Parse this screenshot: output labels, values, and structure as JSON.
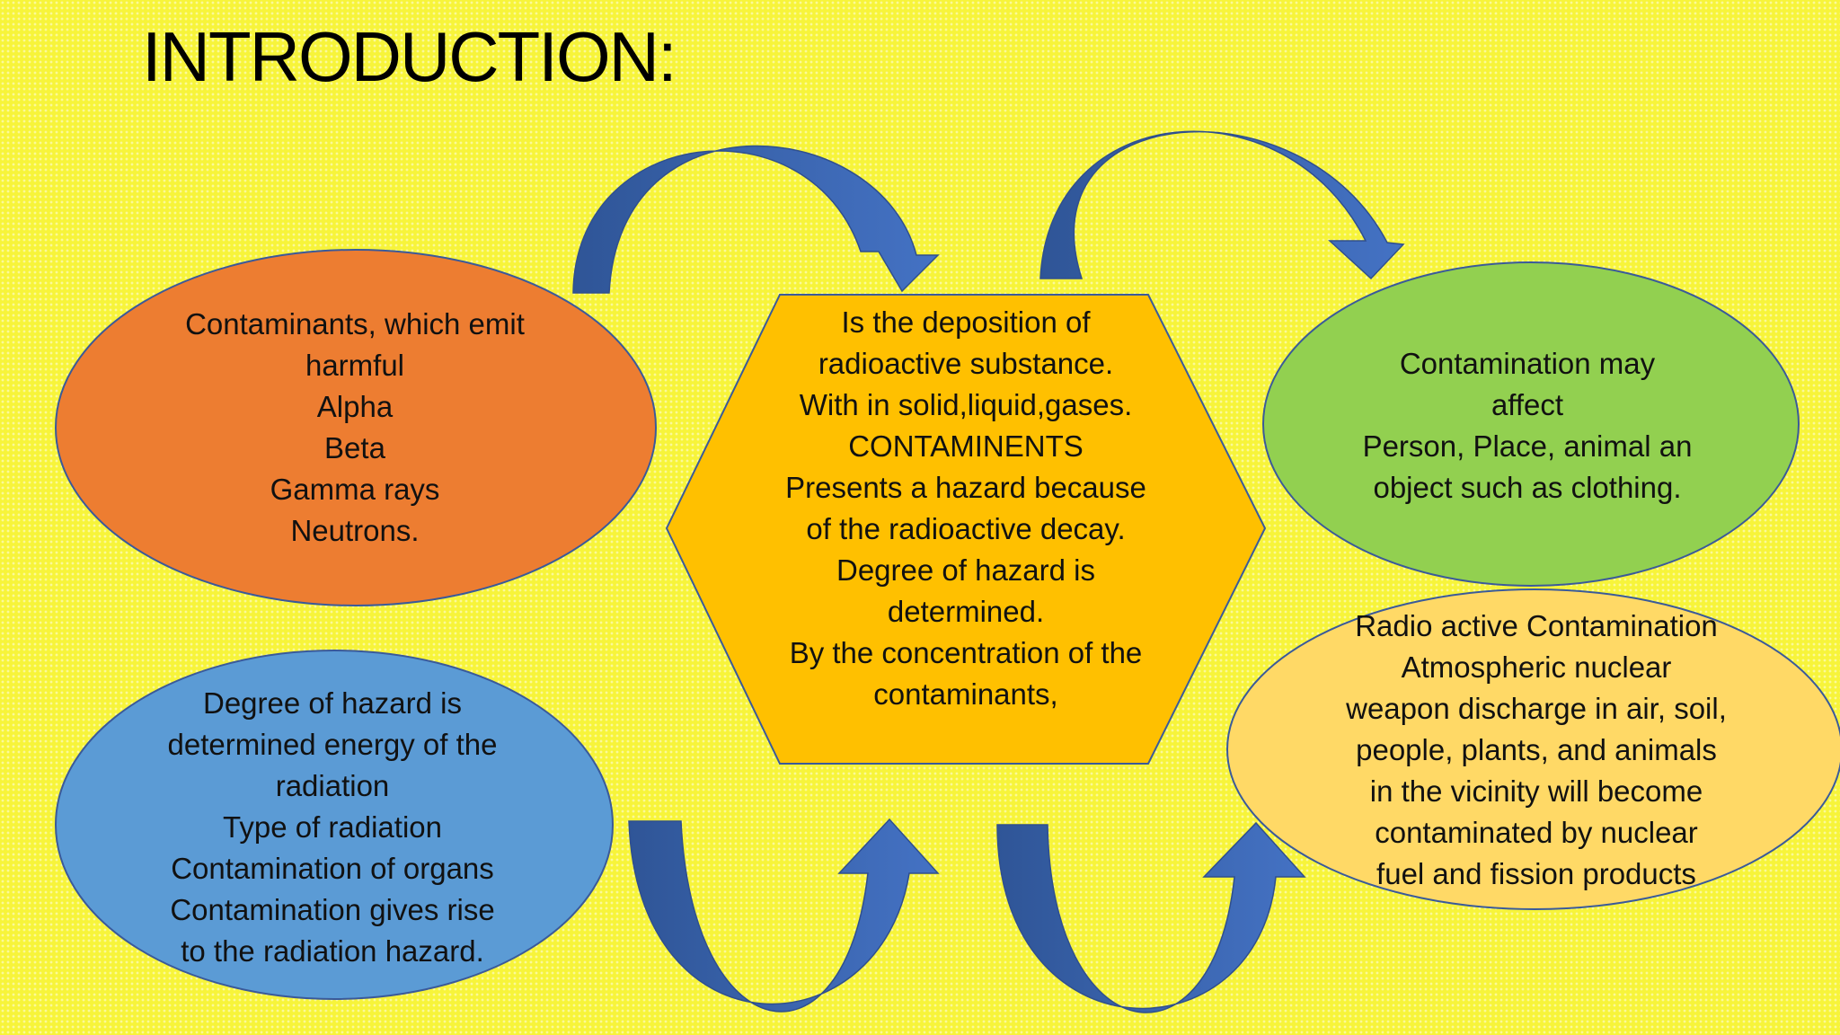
{
  "title": "INTRODUCTION:",
  "colors": {
    "background": "#f7f43a",
    "orange": "#ed7d31",
    "hexagon": "#ffc000",
    "green": "#92d050",
    "blue": "#5b9bd5",
    "light_yellow": "#ffd966",
    "arrow": "#4472c4"
  },
  "nodes": {
    "contaminants": {
      "lines": [
        "Contaminants, which emit",
        "harmful",
        "Alpha",
        "Beta",
        "Gamma rays",
        "Neutrons."
      ]
    },
    "deposition": {
      "lines": [
        "Is the deposition of",
        "radioactive substance.",
        "With in solid,liquid,gases.",
        "CONTAMINENTS",
        "Presents a hazard because",
        "of the radioactive decay.",
        "Degree of hazard is",
        "determined.",
        "By the concentration of the",
        "contaminants,"
      ]
    },
    "affect": {
      "lines": [
        "Contamination may",
        "affect",
        "Person, Place, animal an",
        "object such as clothing."
      ]
    },
    "hazard_degree": {
      "lines": [
        "Degree of hazard is",
        "determined energy of the",
        "radiation",
        "Type of radiation",
        "Contamination of organs",
        "Contamination gives rise",
        "to the radiation hazard."
      ]
    },
    "radioactive": {
      "lines": [
        "Radio active Contamination",
        "Atmospheric nuclear",
        "weapon discharge in air, soil,",
        "people, plants, and animals",
        "in the vicinity will become",
        "contaminated by nuclear",
        "fuel and fission products"
      ]
    }
  },
  "arrows": [
    {
      "name": "arrow-orange-to-hexagon",
      "direction": "curved-down-right"
    },
    {
      "name": "arrow-hexagon-to-green",
      "direction": "curved-down-right"
    },
    {
      "name": "arrow-blue-to-hexagon",
      "direction": "curved-up-right"
    },
    {
      "name": "arrow-hexagon-to-yellow",
      "direction": "curved-up-right"
    }
  ]
}
